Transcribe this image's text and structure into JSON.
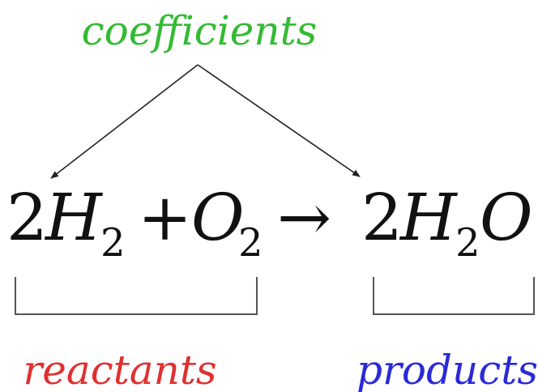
{
  "labels": {
    "coefficients": "coefficients",
    "reactants": "reactants",
    "products": "products"
  },
  "equation": {
    "reactant1": {
      "coefficient": "2",
      "symbol": "H",
      "subscript": "2"
    },
    "plus": "+",
    "reactant2": {
      "symbol": "O",
      "subscript": "2"
    },
    "arrow": "→",
    "product": {
      "coefficient": "2",
      "symbol1": "H",
      "subscript1": "2",
      "symbol2": "O"
    }
  },
  "colors": {
    "coefficients": "#33bb33",
    "reactants": "#e03030",
    "products": "#2a2ad8",
    "equation": "#111111"
  }
}
